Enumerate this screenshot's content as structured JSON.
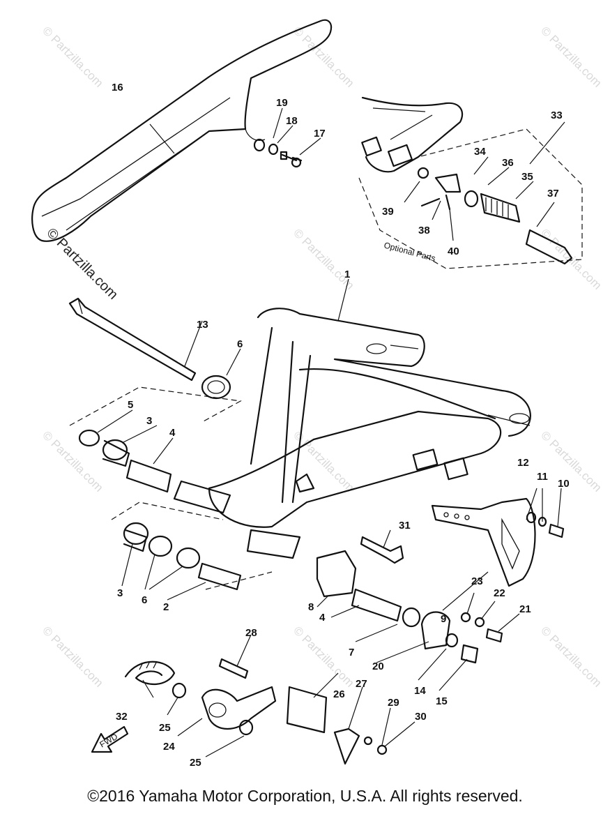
{
  "watermark": "© Partzilla.com",
  "optional_label": "Optional Parts",
  "fwd_label": "FWD",
  "footer": "©2016 Yamaha Motor Corporation, U.S.A. All rights reserved.",
  "callouts": [
    "1",
    "2",
    "3",
    "3",
    "4",
    "4",
    "5",
    "6",
    "6",
    "7",
    "8",
    "9",
    "10",
    "11",
    "12",
    "13",
    "14",
    "15",
    "16",
    "17",
    "18",
    "19",
    "20",
    "21",
    "22",
    "23",
    "24",
    "25",
    "25",
    "26",
    "27",
    "28",
    "29",
    "30",
    "31",
    "32",
    "33",
    "34",
    "35",
    "36",
    "37",
    "38",
    "39",
    "40"
  ]
}
